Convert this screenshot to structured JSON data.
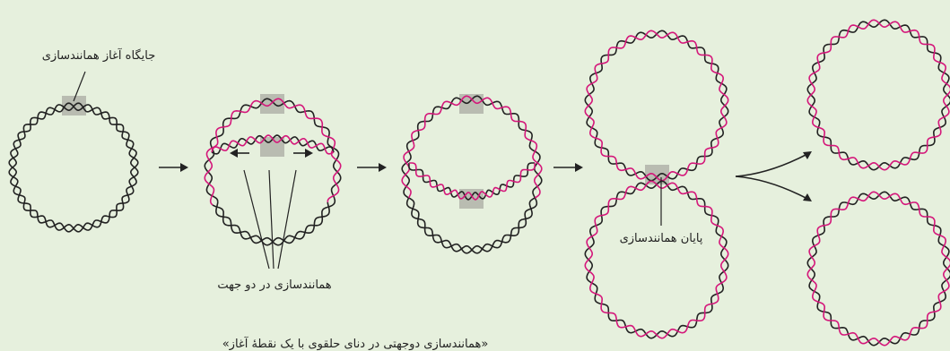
{
  "labels": {
    "origin": "جایگاه آغاز همانندسازی",
    "bidirectional": "همانندسازی در دو جهت",
    "termination": "پایان همانندسازی",
    "caption": "«همانندسازی دوجهتی در دنای حلقوی با یک نقطهٔ آغاز»"
  },
  "colors": {
    "background": "#e6f0dd",
    "parental_strand": "#222222",
    "new_strand": "#d4177a",
    "highlight_box": "#b9bcb1",
    "arrow": "#222222"
  }
}
